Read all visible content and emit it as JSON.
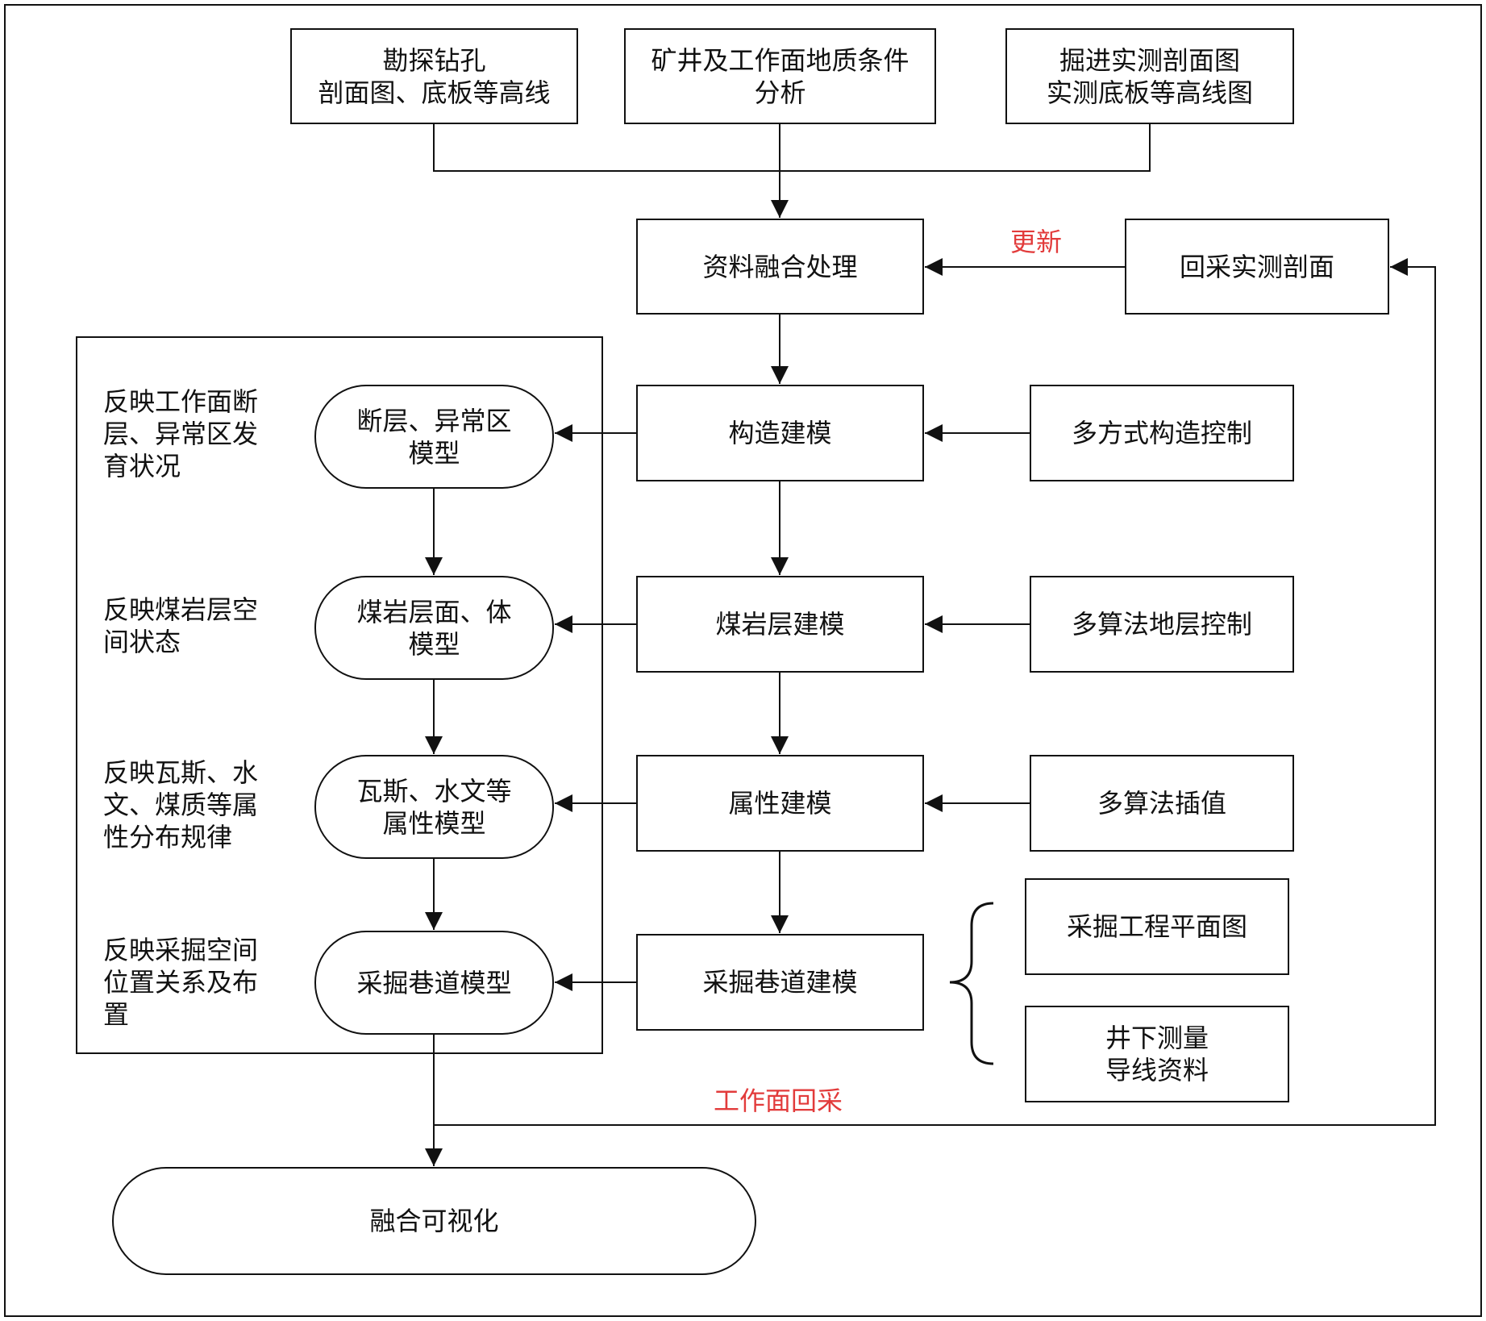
{
  "nodes": {
    "survey_drilling": "勘探钻孔\n剖面图、底板等高线",
    "geology_analysis": "矿井及工作面地质条件\n分析",
    "excavation_profile": "掘进实测剖面图\n实测底板等高线图",
    "data_fusion": "资料融合处理",
    "mining_profile": "回采实测剖面",
    "structure_modeling": "构造建模",
    "multi_structure_control": "多方式构造控制",
    "coal_rock_modeling": "煤岩层建模",
    "multi_algo_stratum": "多算法地层控制",
    "attribute_modeling": "属性建模",
    "multi_algo_interp": "多算法插值",
    "roadway_modeling": "采掘巷道建模",
    "mining_plan": "采掘工程平面图",
    "underground_survey": "井下测量\n导线资料",
    "fault_model": "断层、异常区\n模型",
    "coal_rock_model": "煤岩层面、体\n模型",
    "attribute_model": "瓦斯、水文等\n属性模型",
    "roadway_model": "采掘巷道模型",
    "fusion_visualization": "融合可视化"
  },
  "annotations": {
    "fault_desc": "反映工作面断\n层、异常区发\n育状况",
    "coal_desc": "反映煤岩层空\n间状态",
    "attribute_desc": "反映瓦斯、水\n文、煤质等属\n性分布规律",
    "roadway_desc": "反映采掘空间\n位置关系及布\n置"
  },
  "edge_labels": {
    "update": "更新",
    "face_mining": "工作面回采"
  },
  "colors": {
    "line": "#111111",
    "accent_red": "#e23b3b"
  }
}
